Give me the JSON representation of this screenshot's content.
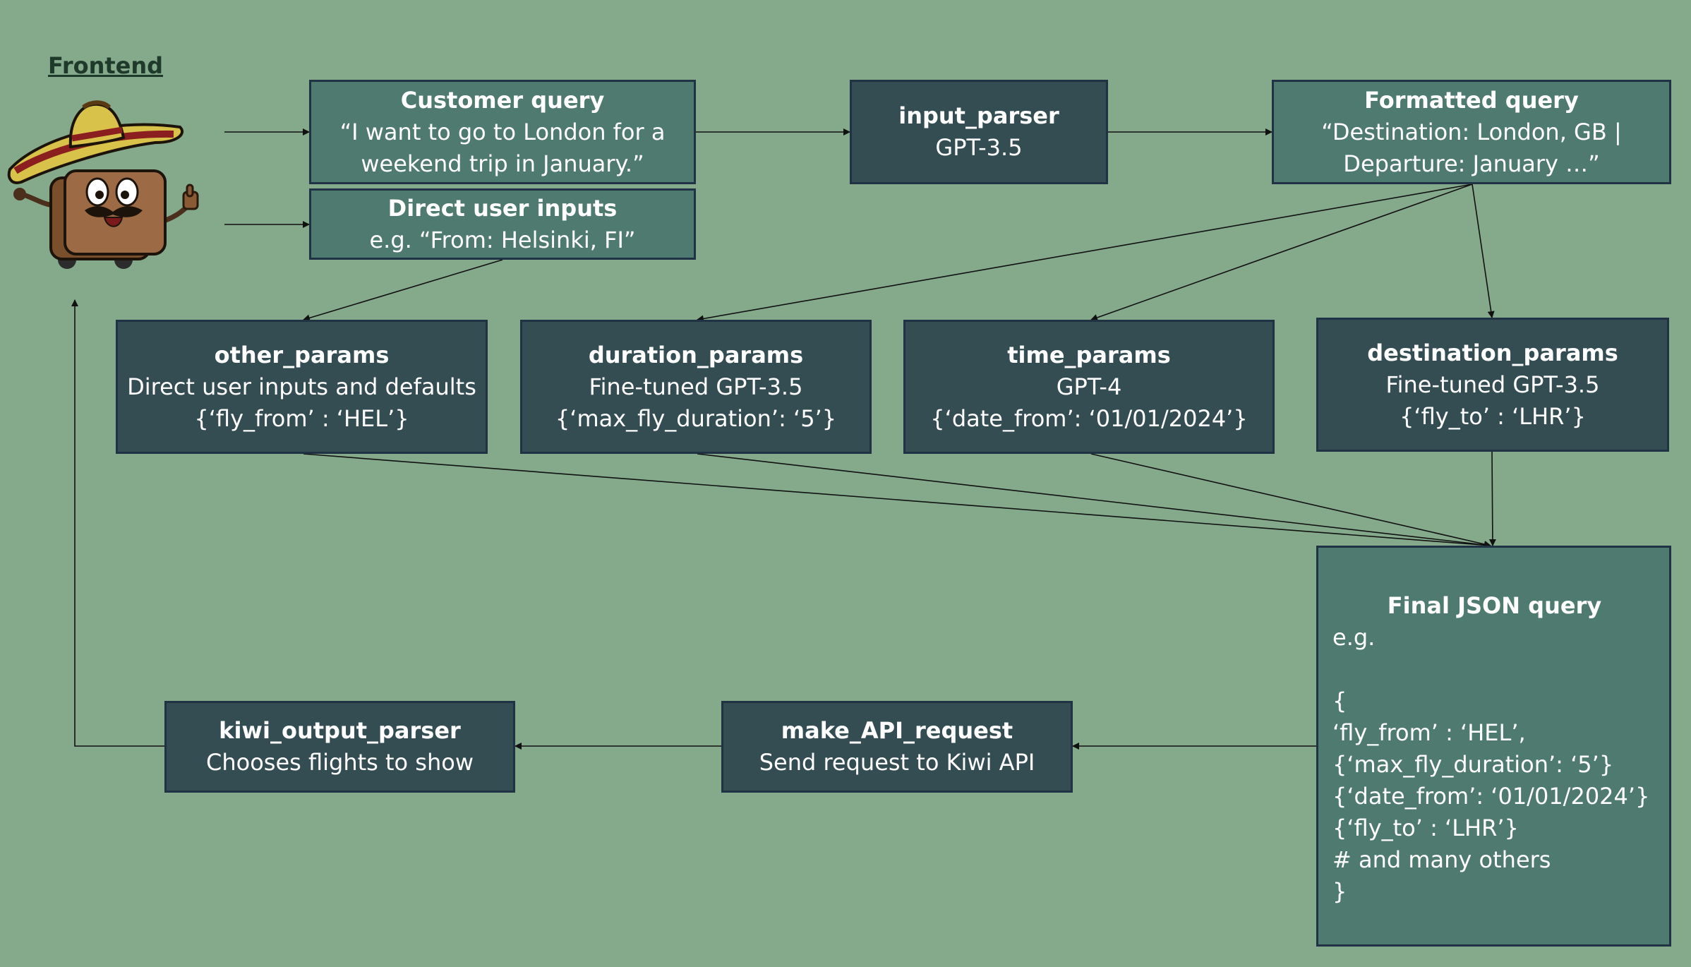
{
  "frontend_label": "Frontend",
  "customer_query": {
    "title": "Customer query",
    "line1": "“I want to go to London for a",
    "line2": "weekend trip in January.”"
  },
  "direct_inputs": {
    "title": "Direct user inputs",
    "line1": "e.g. “From: Helsinki, FI”"
  },
  "input_parser": {
    "title": "input_parser",
    "line1": "GPT-3.5"
  },
  "formatted_query": {
    "title": "Formatted query",
    "line1": "“Destination: London, GB |",
    "line2": "Departure: January …”"
  },
  "other_params": {
    "title": "other_params",
    "line1": "Direct user inputs and defaults",
    "line2": "{‘fly_from’ : ‘HEL’}"
  },
  "duration_params": {
    "title": "duration_params",
    "line1": "Fine-tuned GPT-3.5",
    "line2": "{‘max_fly_duration’: ‘5’}"
  },
  "time_params": {
    "title": "time_params",
    "line1": "GPT-4",
    "line2": "{‘date_from’: ‘01/01/2024’}"
  },
  "destination_params": {
    "title": "destination_params",
    "line1": "Fine-tuned GPT-3.5",
    "line2": "{‘fly_to’ : ‘LHR’}"
  },
  "final_json": {
    "title": "Final JSON query",
    "lines": [
      "e.g.",
      "",
      "{",
      "‘fly_from’ : ‘HEL’,",
      "{‘max_fly_duration’: ‘5’}",
      "{‘date_from’: ‘01/01/2024’}",
      "{‘fly_to’ : ‘LHR’}",
      "# and many others",
      "}"
    ]
  },
  "make_api_request": {
    "title": "make_API_request",
    "line1": "Send request to Kiwi API"
  },
  "kiwi_output_parser": {
    "title": "kiwi_output_parser",
    "line1": "Chooses flights to show"
  },
  "colors": {
    "background": "#84a98b",
    "box_light": "#4f7a6f",
    "box_dark": "#344d53",
    "border": "#1f3344"
  }
}
